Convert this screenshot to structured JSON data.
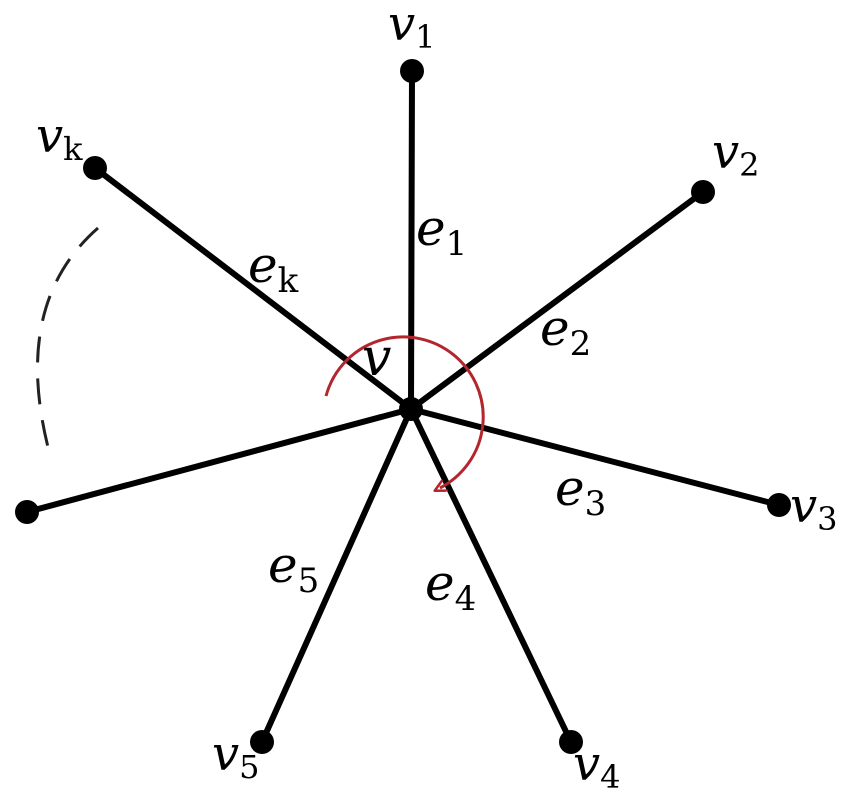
{
  "center": {
    "label": "v"
  },
  "vertices": [
    {
      "id": "v1",
      "base": "v",
      "sub": "1"
    },
    {
      "id": "v2",
      "base": "v",
      "sub": "2"
    },
    {
      "id": "v3",
      "base": "v",
      "sub": "3"
    },
    {
      "id": "v4",
      "base": "v",
      "sub": "4"
    },
    {
      "id": "v5",
      "base": "v",
      "sub": "5"
    },
    {
      "id": "vk",
      "base": "v",
      "sub": "k"
    },
    {
      "id": "unlabeled",
      "base": "",
      "sub": ""
    }
  ],
  "edges": [
    {
      "id": "e1",
      "base": "e",
      "sub": "1"
    },
    {
      "id": "e2",
      "base": "e",
      "sub": "2"
    },
    {
      "id": "e3",
      "base": "e",
      "sub": "3"
    },
    {
      "id": "e4",
      "base": "e",
      "sub": "4"
    },
    {
      "id": "e5",
      "base": "e",
      "sub": "5"
    },
    {
      "id": "ek",
      "base": "e",
      "sub": "k"
    }
  ],
  "colors": {
    "edges": "#000000",
    "nodes": "#000000",
    "rotation_arrow": "#b3262e",
    "dashed_arc": "#222222"
  }
}
